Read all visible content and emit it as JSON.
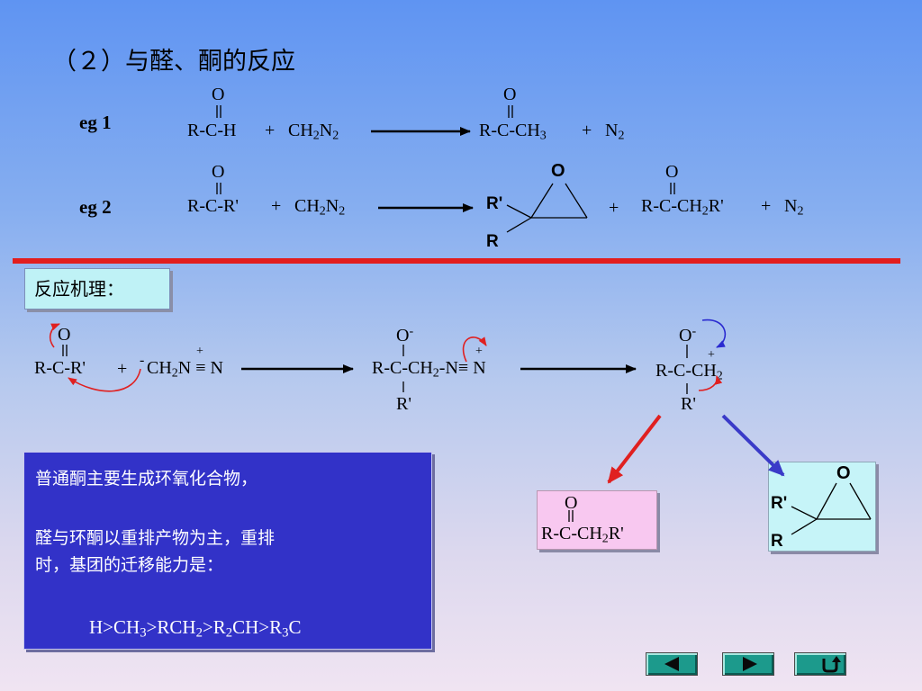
{
  "title": "（２）与醛、酮的反应",
  "eg1": {
    "label": "eg 1",
    "reactant": "R-C-H",
    "plus1": "+",
    "reagent": "CH",
    "reagent_sub1": "2",
    "reagent_n": "N",
    "reagent_sub2": "2",
    "product": "R-C-CH",
    "product_sub": "3",
    "plus2": "+",
    "byproduct": "N",
    "byproduct_sub": "2",
    "o_label": "O"
  },
  "eg2": {
    "label": "eg 2",
    "reactant": "R-C-R'",
    "plus1": "+",
    "reagent": "CH",
    "reagent_sub1": "2",
    "reagent_n": "N",
    "reagent_sub2": "2",
    "epoxide_o": "O",
    "epoxide_r1": "R'",
    "epoxide_r2": "R",
    "plus2": "+",
    "product": "R-C-CH",
    "product_sub": "2",
    "product_tail": "R'",
    "plus3": "+",
    "byproduct": "N",
    "byproduct_sub": "2",
    "o_label": "O"
  },
  "mechanism_label": "反应机理：",
  "mechanism": {
    "step1": {
      "o": "O",
      "ketone": "R-C-R'",
      "plus": "+",
      "minus": "-",
      "ylide": "CH",
      "ylide_sub": "2",
      "ylide_n": "N",
      "ylide_plus": "+",
      "ylide_triple": "≡",
      "ylide_end": "N"
    },
    "step2": {
      "o": "O",
      "o_minus": "-",
      "main": "R-C-CH",
      "main_sub": "2",
      "main_tail": "-N",
      "n_plus": "+",
      "triple": "≡",
      "end": "N",
      "r": "R'"
    },
    "step3": {
      "o": "O",
      "o_minus": "-",
      "main": "R-C-CH",
      "main_sub": "2",
      "c_plus": "+",
      "r": "R'"
    }
  },
  "note": {
    "line1": "普通酮主要生成环氧化合物，",
    "line2": "醛与环酮以重排产物为主，重排",
    "line3": "时，基团的迁移能力是：",
    "order": {
      "p1": "H>CH",
      "s1": "3",
      "p2": ">RCH",
      "s2": "2",
      "p3": ">R",
      "s3": "2",
      "p4": "CH>R",
      "s4": "3",
      "p5": "C"
    }
  },
  "pink_product": {
    "o": "O",
    "main": "R-C-CH",
    "sub": "2",
    "tail": "R'"
  },
  "cyan_epoxide": {
    "o": "O",
    "r1": "R'",
    "r2": "R"
  },
  "nav": {
    "prev": "previous-slide",
    "next": "next-slide",
    "return": "return"
  },
  "colors": {
    "red_rule": "#e21e1e",
    "note_bg": "#3232c8",
    "mech_box_bg": "#bff2f6",
    "pink_box_bg": "#f8c8f0",
    "cyan_box_bg": "#c6f4f8",
    "nav_button": "#1c9a8c",
    "red_arrow": "#e02020",
    "blue_arrow": "#3a3ac8"
  }
}
